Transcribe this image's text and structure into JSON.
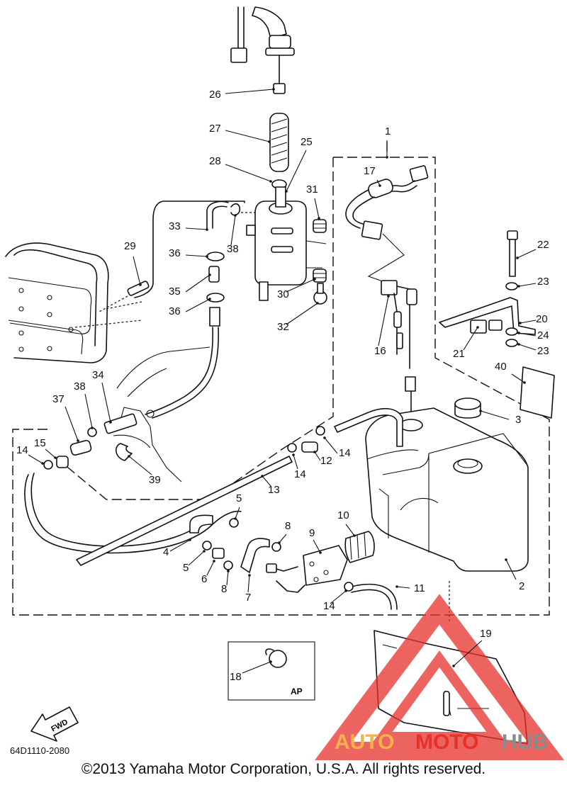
{
  "callouts": [
    {
      "n": "1"
    },
    {
      "n": "2"
    },
    {
      "n": "3"
    },
    {
      "n": "4"
    },
    {
      "n": "5"
    },
    {
      "n": "5"
    },
    {
      "n": "6"
    },
    {
      "n": "7"
    },
    {
      "n": "8"
    },
    {
      "n": "8"
    },
    {
      "n": "9"
    },
    {
      "n": "10"
    },
    {
      "n": "11"
    },
    {
      "n": "12"
    },
    {
      "n": "13"
    },
    {
      "n": "14"
    },
    {
      "n": "14"
    },
    {
      "n": "14"
    },
    {
      "n": "14"
    },
    {
      "n": "15"
    },
    {
      "n": "16"
    },
    {
      "n": "17"
    },
    {
      "n": "18"
    },
    {
      "n": "19"
    },
    {
      "n": "20"
    },
    {
      "n": "21"
    },
    {
      "n": "22"
    },
    {
      "n": "23"
    },
    {
      "n": "23"
    },
    {
      "n": "24"
    },
    {
      "n": "25"
    },
    {
      "n": "26"
    },
    {
      "n": "27"
    },
    {
      "n": "28"
    },
    {
      "n": "29"
    },
    {
      "n": "30"
    },
    {
      "n": "31"
    },
    {
      "n": "32"
    },
    {
      "n": "33"
    },
    {
      "n": "34"
    },
    {
      "n": "35"
    },
    {
      "n": "36"
    },
    {
      "n": "36"
    },
    {
      "n": "37"
    },
    {
      "n": "38"
    },
    {
      "n": "38"
    },
    {
      "n": "39"
    },
    {
      "n": "40"
    }
  ],
  "inset_label": "AP",
  "fwd_label": "FWD",
  "part_code": "64D1110-2080",
  "copyright": "©2013 Yamaha Motor Corporation, U.S.A. All rights reserved.",
  "watermark": {
    "auto": "AUTO",
    "moto": "MOTO",
    "hub": "HUB"
  },
  "colors": {
    "watermark_orange": "#f5b14a",
    "watermark_red": "#e8302b",
    "watermark_grey": "#8a8a8a"
  }
}
